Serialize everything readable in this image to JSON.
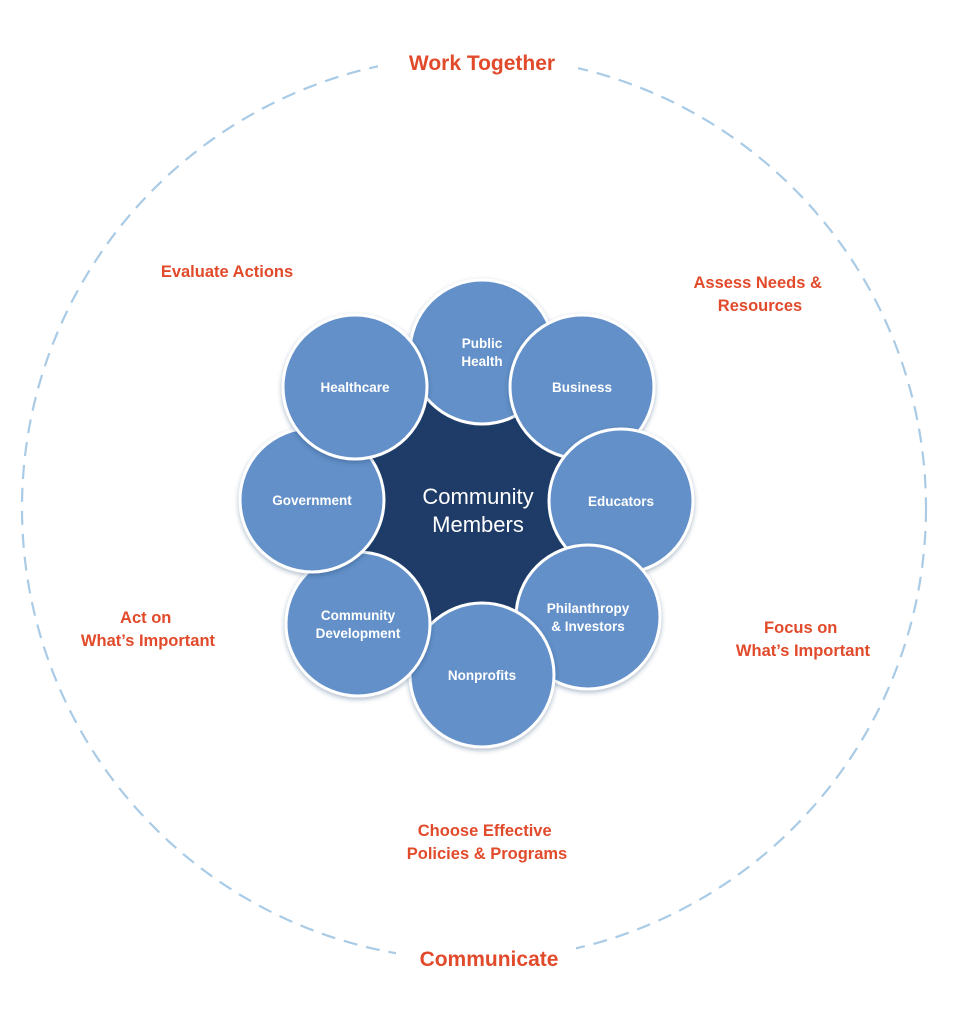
{
  "colors": {
    "dashed_ring": "#a9cbe6",
    "arrow": "#f8ac54",
    "label_red": "#e14a2b",
    "stakeholder_fill": "#6490c8",
    "stakeholder_stroke": "#ffffff",
    "center_fill": "#1f3c68"
  },
  "outer": {
    "top_label": "Work Together",
    "bottom_label": "Communicate"
  },
  "steps": [
    {
      "line1": "Assess Needs &",
      "line2": "Resources"
    },
    {
      "line1": "Focus on",
      "line2": "What’s Important"
    },
    {
      "line1": "Choose Effective",
      "line2": "Policies & Programs"
    },
    {
      "line1": "Act on",
      "line2": "What’s Important"
    },
    {
      "line1": "Evaluate Actions",
      "line2": ""
    }
  ],
  "center": {
    "line1": "Community",
    "line2": "Members"
  },
  "stakeholders": [
    {
      "line1": "Public",
      "line2": "Health"
    },
    {
      "line1": "Business",
      "line2": ""
    },
    {
      "line1": "Educators",
      "line2": ""
    },
    {
      "line1": "Philanthropy",
      "line2": "& Investors"
    },
    {
      "line1": "Nonprofits",
      "line2": ""
    },
    {
      "line1": "Community",
      "line2": "Development"
    },
    {
      "line1": "Government",
      "line2": ""
    },
    {
      "line1": "Healthcare",
      "line2": ""
    }
  ]
}
